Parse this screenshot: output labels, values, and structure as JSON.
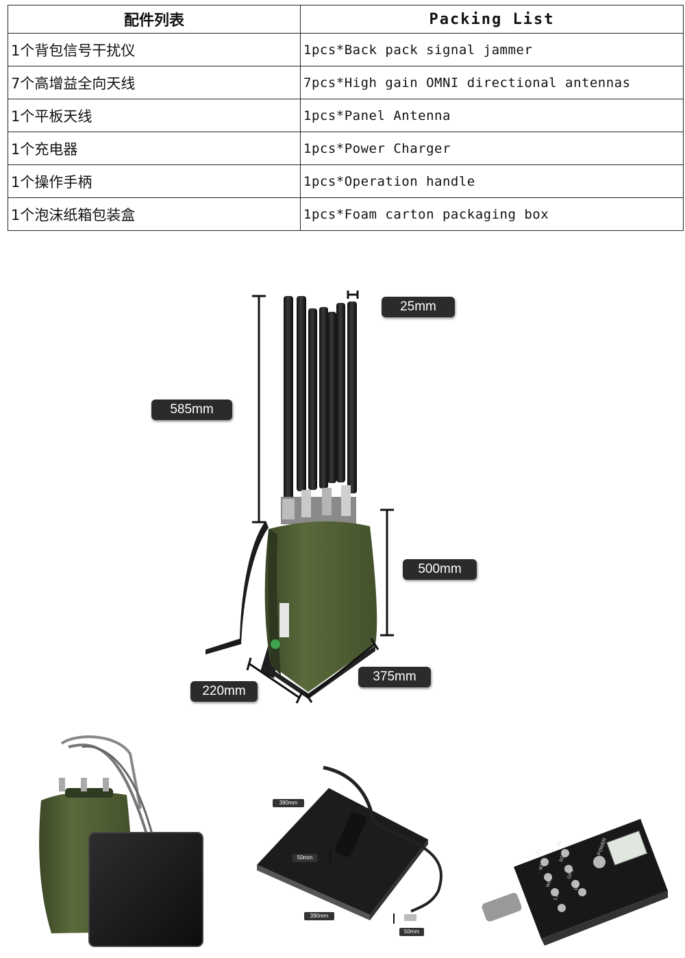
{
  "packing_table": {
    "header_cn": "配件列表",
    "header_en": "Packing List",
    "rows": [
      {
        "cn": "1个背包信号干扰仪",
        "en": "1pcs*Back pack signal jammer"
      },
      {
        "cn": "7个高增益全向天线",
        "en": "7pcs*High gain OMNI directional antennas"
      },
      {
        "cn": "1个平板天线",
        "en": "1pcs*Panel Antenna"
      },
      {
        "cn": "1个充电器",
        "en": "1pcs*Power Charger"
      },
      {
        "cn": "1个操作手柄",
        "en": "1pcs*Operation handle"
      },
      {
        "cn": "1个泡沫纸箱包装盒",
        "en": "1pcs*Foam carton packaging box"
      }
    ]
  },
  "dimensions": {
    "antenna_diameter": "25mm",
    "antenna_height": "585mm",
    "body_height": "500mm",
    "body_width": "375mm",
    "body_depth": "220mm"
  },
  "panel_dimensions": {
    "width_top": "390mm",
    "width_bottom": "390mm",
    "thickness": "50mm",
    "connector": "50mm"
  },
  "controller_buttons": [
    "POWER",
    "2G",
    "3G",
    "4G",
    "5G",
    "WIFI",
    "GPS",
    "L1",
    "L2"
  ],
  "colors": {
    "case_green": "#4f5c34",
    "antenna_black": "#1a1a1a",
    "label_bg": "#2b2b2b"
  }
}
